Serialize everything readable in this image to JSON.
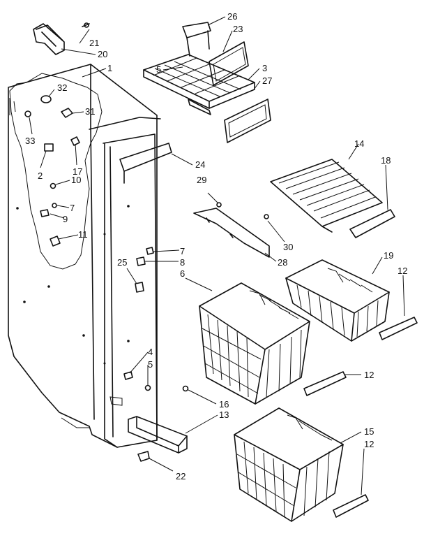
{
  "callouts": {
    "c26": "26",
    "c23": "23",
    "c21": "21",
    "c20": "20",
    "c1": "1",
    "c5a": "5",
    "c3": "3",
    "c27": "27",
    "c32": "32",
    "c31": "31",
    "c33": "33",
    "c2": "2",
    "c17": "17",
    "c10": "10",
    "c7a": "7",
    "c9": "9",
    "c11": "11",
    "c24": "24",
    "c14": "14",
    "c18": "18",
    "c29": "29",
    "c30": "30",
    "c28": "28",
    "c7b": "7",
    "c8": "8",
    "c25": "25",
    "c6": "6",
    "c19": "19",
    "c12a": "12",
    "c4": "4",
    "c5b": "5",
    "c12b": "12",
    "c16": "16",
    "c13": "13",
    "c15": "15",
    "c12c": "12",
    "c22": "22"
  }
}
